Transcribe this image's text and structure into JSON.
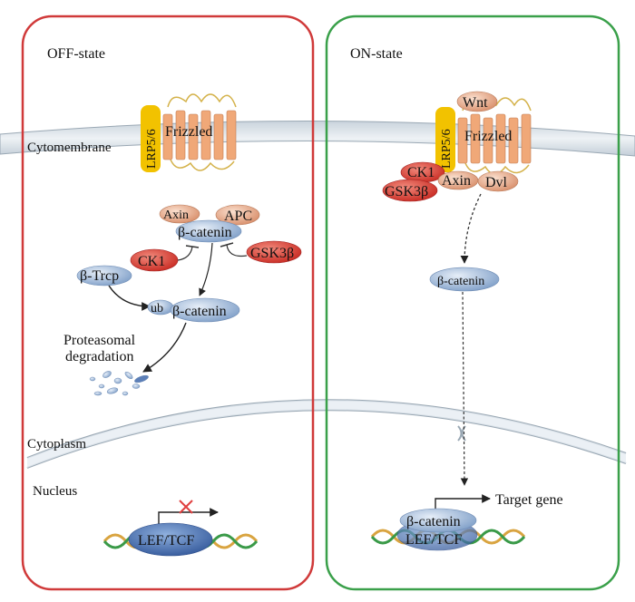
{
  "panels": {
    "off": {
      "title": "OFF-state",
      "border_color": "#d03a3a"
    },
    "on": {
      "title": "ON-state",
      "border_color": "#3aa04a"
    }
  },
  "compartments": {
    "cytomembrane": "Cytomembrane",
    "cytoplasm": "Cytoplasm",
    "nucleus": "Nucleus"
  },
  "receptors": {
    "lrp": "LRP5/6",
    "frizzled": "Frizzled",
    "wnt": "Wnt"
  },
  "off_state": {
    "axin": "Axin",
    "apc": "APC",
    "beta_catenin": "β-catenin",
    "ck1": "CK1",
    "gsk3b": "GSK3β",
    "beta_trcp": "β-Trcp",
    "ub": "ub",
    "ub_beta_catenin": "β-catenin",
    "proteasomal_line1": "Proteasomal",
    "proteasomal_line2": "degradation",
    "lef_tcf": "LEF/TCF"
  },
  "on_state": {
    "ck1": "CK1",
    "gsk3b": "GSK3β",
    "axin": "Axin",
    "dvl": "Dvl",
    "beta_catenin": "β-catenin",
    "target_gene": "Target gene",
    "nuclear_beta_catenin": "β-catenin",
    "lef_tcf": "LEF/TCF"
  },
  "colors": {
    "membrane": "#dde5ec",
    "membrane_edge": "#9aa8b4",
    "lrp": "#f2c200",
    "frizzled": "#f0a878",
    "frizzled_loop": "#d4b24a",
    "blue_protein": "#9fb8d8",
    "lef_tcf": "#4a6fb0",
    "red_protein": "#d8342c",
    "salmon_protein": "#e8a888",
    "inhibit_x": "#e04040"
  }
}
